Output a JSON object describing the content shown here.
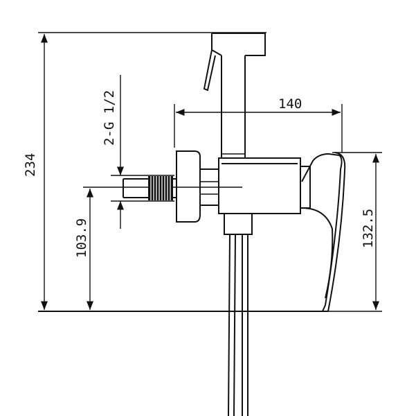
{
  "dimensions": {
    "total_height": "234",
    "width": "140",
    "thread_spec": "2-G 1/2",
    "inlet_height": "103.9",
    "mixer_height": "132.5"
  }
}
